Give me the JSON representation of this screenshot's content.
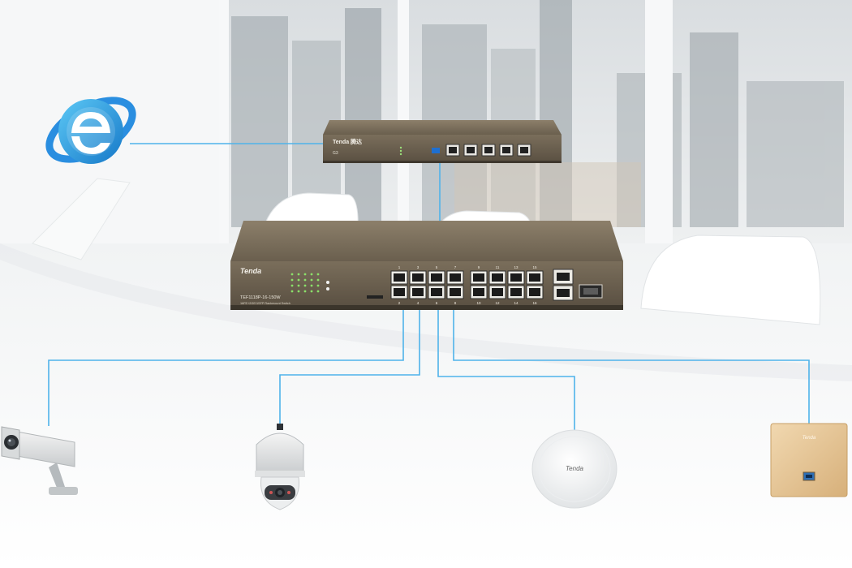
{
  "brand": {
    "name": "Tenda",
    "accent": "#3aa6e6",
    "wire_color": "#4fb3ea"
  },
  "router": {
    "brand_label": "Tenda 腾达",
    "model_label": "G3",
    "icon": "router-icon"
  },
  "switch": {
    "brand_label": "Tenda",
    "model_label": "TEF1118P-16-150W",
    "subtitle_label": "16FE+2GE/1SFP Rackmount Switch",
    "port_numbers_top": [
      "1",
      "3",
      "5",
      "7",
      "9",
      "11",
      "13",
      "15"
    ],
    "port_numbers_bottom": [
      "2",
      "4",
      "6",
      "8",
      "10",
      "12",
      "14",
      "16"
    ],
    "icon": "poe-switch-icon"
  },
  "internet": {
    "icon": "internet-explorer-icon"
  },
  "devices": [
    {
      "name": "bullet-camera",
      "icon": "bullet-camera-icon"
    },
    {
      "name": "speed-dome-camera",
      "icon": "dome-camera-icon"
    },
    {
      "name": "ceiling-access-point",
      "icon": "ceiling-ap-icon",
      "label": "Tenda"
    },
    {
      "name": "wall-access-point",
      "icon": "wall-ap-icon",
      "label": "Tenda"
    }
  ]
}
